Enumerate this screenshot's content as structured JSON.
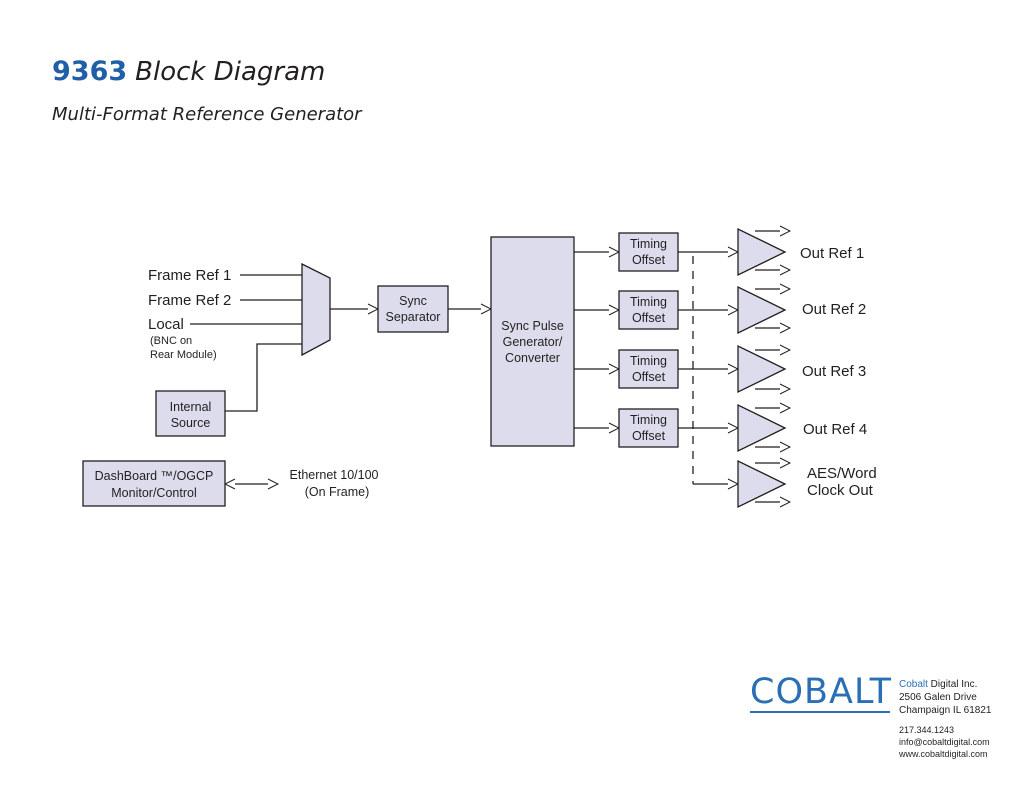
{
  "header": {
    "model": "9363",
    "title": "Block Diagram",
    "subtitle": "Multi-Format Reference Generator"
  },
  "inputs": {
    "frame_ref_1": "Frame Ref 1",
    "frame_ref_2": "Frame Ref 2",
    "local": "Local",
    "local_note_1": "(BNC on",
    "local_note_2": "Rear Module)"
  },
  "blocks": {
    "internal_source_1": "Internal",
    "internal_source_2": "Source",
    "sync_separator_1": "Sync",
    "sync_separator_2": "Separator",
    "sync_pulse_1": "Sync Pulse",
    "sync_pulse_2": "Generator/",
    "sync_pulse_3": "Converter",
    "timing_1": "Timing",
    "timing_2": "Offset",
    "dashboard_1": "DashBoard ™/OGCP",
    "dashboard_2": "Monitor/Control",
    "ethernet_1": "Ethernet 10/100",
    "ethernet_2": "(On Frame)"
  },
  "outputs": {
    "out_ref_1": "Out Ref 1",
    "out_ref_2": "Out Ref 2",
    "out_ref_3": "Out Ref 3",
    "out_ref_4": "Out Ref 4",
    "aes_1": "AES/Word",
    "aes_2": "Clock Out"
  },
  "footer": {
    "logo": "COBALT",
    "company_brand": "Cobalt",
    "company_rest": " Digital Inc.",
    "address_1": "2506 Galen Drive",
    "address_2": "Champaign IL 61821",
    "phone": "217.344.1243",
    "email": "info@cobaltdigital.com",
    "web": "www.cobaltdigital.com"
  },
  "colors": {
    "block_fill": "#dcdced",
    "line": "#231f20",
    "brand_blue": "#2a6fb5"
  }
}
